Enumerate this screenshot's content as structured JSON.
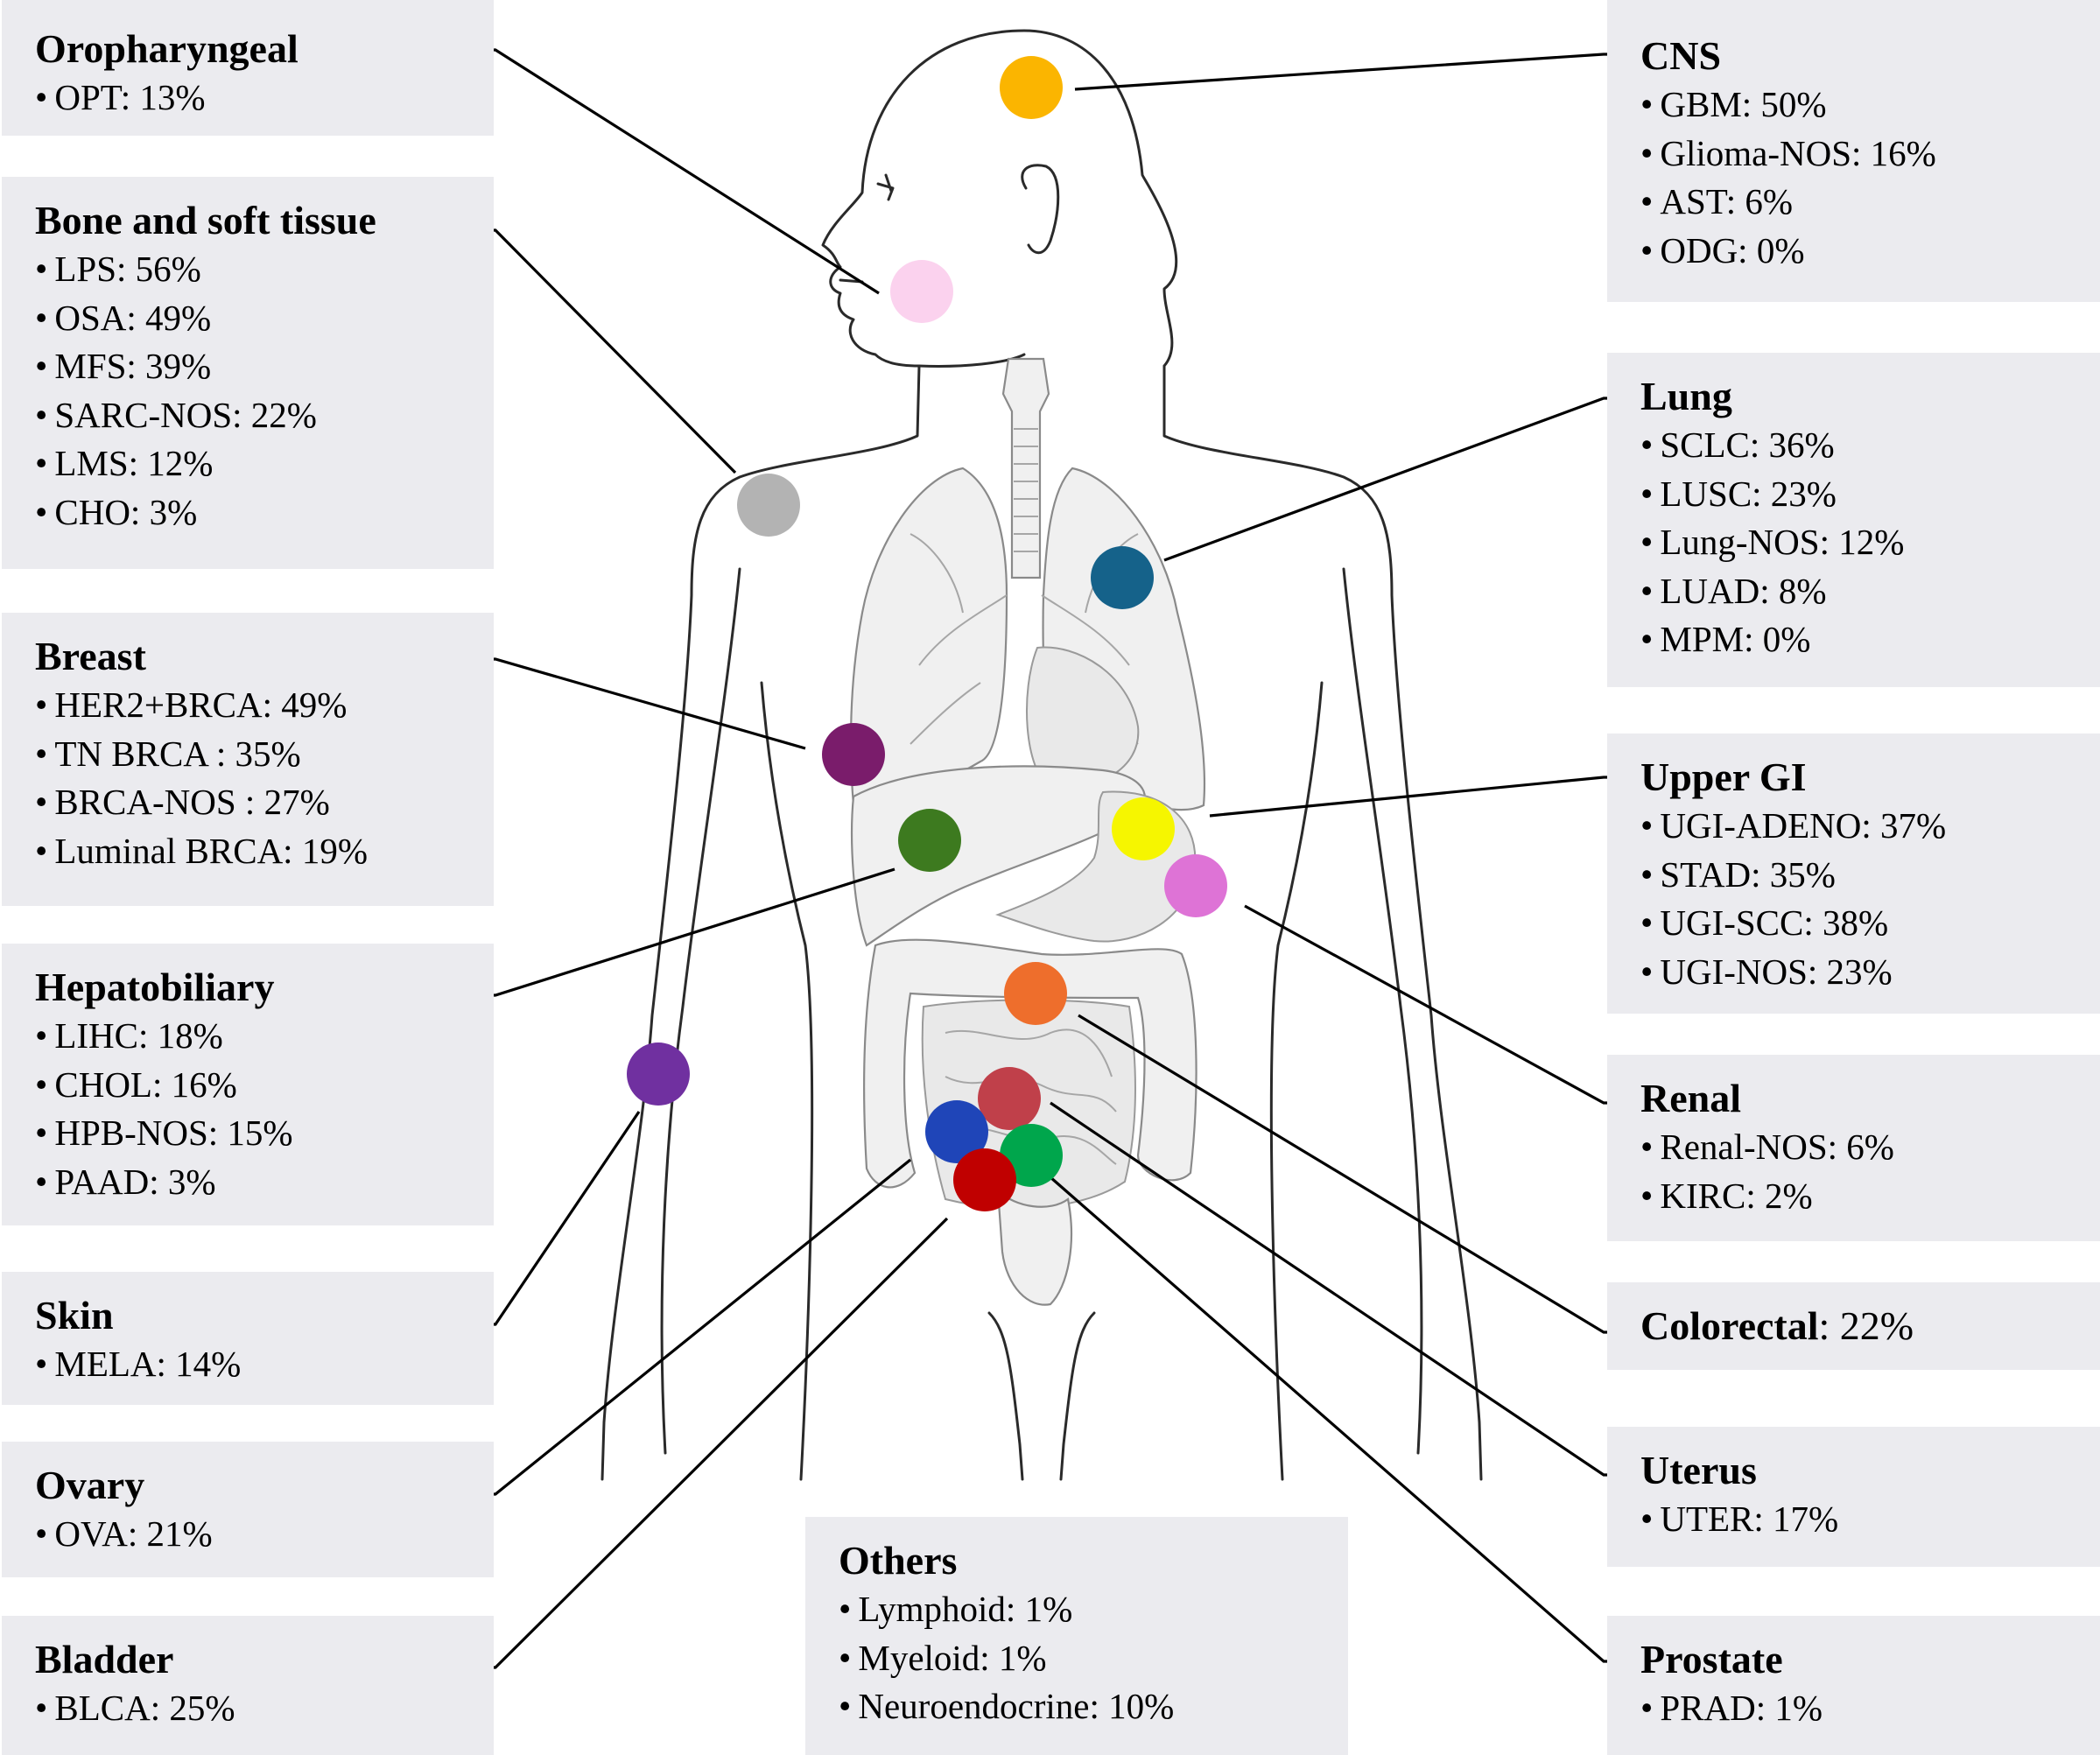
{
  "colors": {
    "box_background": "#ebebef",
    "cns": "#fbb500",
    "oropharyngeal": "#fbd2ee",
    "bone_soft_tissue": "#b3b3b3",
    "lung": "#15628a",
    "breast": "#7a1c6b",
    "hepatobiliary": "#3d7a1f",
    "upper_gi": "#f6f600",
    "renal": "#de73d6",
    "colorectal": "#ee6e2c",
    "skin": "#7030a0",
    "uterus": "#c0404a",
    "ovary": "#1f45b8",
    "prostate": "#00a64c",
    "bladder": "#c00000"
  },
  "groups": {
    "oropharyngeal": {
      "title": "Oropharyngeal",
      "items": [
        "OPT: 13%"
      ]
    },
    "bone": {
      "title": "Bone and soft tissue",
      "items": [
        "LPS: 56%",
        "OSA: 49%",
        "MFS: 39%",
        "SARC-NOS: 22%",
        "LMS: 12%",
        "CHO: 3%"
      ]
    },
    "breast": {
      "title": "Breast",
      "items": [
        "HER2+BRCA: 49%",
        "TN BRCA : 35%",
        "BRCA-NOS : 27%",
        "Luminal BRCA: 19%"
      ]
    },
    "hepatobiliary": {
      "title": "Hepatobiliary",
      "items": [
        "LIHC: 18%",
        "CHOL: 16%",
        "HPB-NOS: 15%",
        "PAAD: 3%"
      ]
    },
    "skin": {
      "title": "Skin",
      "items": [
        "MELA: 14%"
      ]
    },
    "ovary": {
      "title": "Ovary",
      "items": [
        "OVA: 21%"
      ]
    },
    "bladder": {
      "title": "Bladder",
      "items": [
        "BLCA: 25%"
      ]
    },
    "others": {
      "title": "Others",
      "items": [
        "Lymphoid: 1%",
        "Myeloid: 1%",
        "Neuroendocrine: 10%"
      ]
    },
    "cns": {
      "title": "CNS",
      "items": [
        "GBM: 50%",
        "Glioma-NOS: 16%",
        "AST: 6%",
        "ODG: 0%"
      ]
    },
    "lung": {
      "title": "Lung",
      "items": [
        "SCLC: 36%",
        "LUSC: 23%",
        "Lung-NOS: 12%",
        "LUAD: 8%",
        "MPM: 0%"
      ]
    },
    "upper_gi": {
      "title": "Upper GI",
      "items": [
        "UGI-ADENO: 37%",
        "STAD: 35%",
        "UGI-SCC: 38%",
        "UGI-NOS: 23%"
      ]
    },
    "renal": {
      "title": "Renal",
      "items": [
        "Renal-NOS: 6%",
        "KIRC: 2%"
      ]
    },
    "colorectal": {
      "title": "Colorectal",
      "value": ": 22%"
    },
    "uterus": {
      "title": "Uterus",
      "items": [
        "UTER: 17%"
      ]
    },
    "prostate": {
      "title": "Prostate",
      "items": [
        "PRAD: 1%"
      ]
    }
  }
}
